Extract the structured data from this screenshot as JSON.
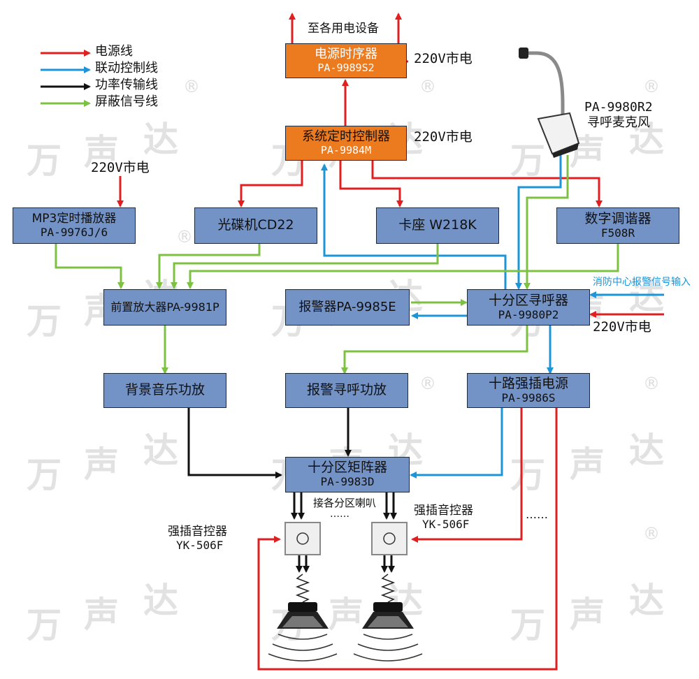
{
  "legend": [
    {
      "label": "电源线",
      "color": "#e02020"
    },
    {
      "label": "联动控制线",
      "color": "#1b95d8"
    },
    {
      "label": "功率传输线",
      "color": "#111111"
    },
    {
      "label": "屏蔽信号线",
      "color": "#7cc142"
    }
  ],
  "watermark": {
    "text_wan": "万",
    "text_sheng": "声",
    "text_da": "达",
    "registered": "®"
  },
  "top_label": "至各用电设备",
  "mains_label": "220V市电",
  "boxes": {
    "power_sequencer": {
      "name": "电源时序器",
      "model": "PA-9989S2"
    },
    "system_controller": {
      "name": "系统定时控制器",
      "model": "PA-9984M"
    },
    "mp3_player": {
      "name": "MP3定时播放器",
      "model": "PA-9976J/6"
    },
    "cd_player": {
      "name": "光碟机CD22"
    },
    "cassette": {
      "name": "卡座 W218K"
    },
    "tuner": {
      "name": "数字调谐器",
      "model": "F508R"
    },
    "preamp": {
      "name": "前置放大器PA-9981P"
    },
    "alarm": {
      "name": "报警器PA-9985E"
    },
    "zone_pager": {
      "name": "十分区寻呼器",
      "model": "PA-9980P2"
    },
    "bgm_amp": {
      "name": "背景音乐功放"
    },
    "alarm_amp": {
      "name": "报警寻呼功放"
    },
    "power_supply": {
      "name": "十路强插电源",
      "model": "PA-9986S"
    },
    "matrix": {
      "name": "十分区矩阵器",
      "model": "PA-9983D"
    }
  },
  "microphone": {
    "model": "PA-9980R2",
    "name": "寻呼麦克风"
  },
  "fire_input_label": "消防中心报警信号输入",
  "zone_speakers_label": "接各分区喇叭",
  "ellipsis_small": "……",
  "ellipsis_right": "……",
  "volume_controller": {
    "name": "强插音控器",
    "model": "YK-506F"
  }
}
